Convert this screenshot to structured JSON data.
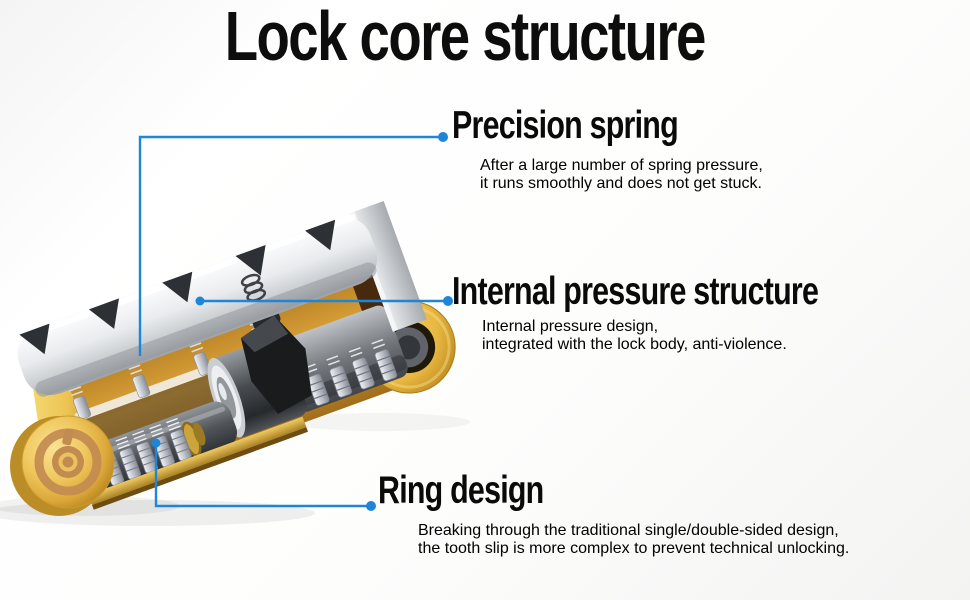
{
  "title": "Lock core structure",
  "colors": {
    "accent": "#1e86d8",
    "ink": "#0d0d0d",
    "background": "#fbfbfa",
    "lock_gold": "#e9b93f",
    "lock_silver": "#d9dcdf",
    "lock_brass": "#dfa63c"
  },
  "illustration": {
    "alt": "3D cutaway render of a lock cylinder core: silver top bar with drilled notches, brass interior, spring-loaded pin stacks, black cam, gold end cap with concentric ring engraving and gold retaining ring"
  },
  "callouts": [
    {
      "heading": "Precision spring",
      "lines": [
        "After a large number of spring pressure,",
        "it runs smoothly and does not get stuck."
      ]
    },
    {
      "heading": "Internal pressure structure",
      "lines": [
        "Internal pressure design,",
        "integrated with the lock body, anti-violence."
      ]
    },
    {
      "heading": "Ring design",
      "lines": [
        "Breaking through the traditional single/double-sided design,",
        "the tooth slip is more complex to prevent technical unlocking."
      ]
    }
  ]
}
